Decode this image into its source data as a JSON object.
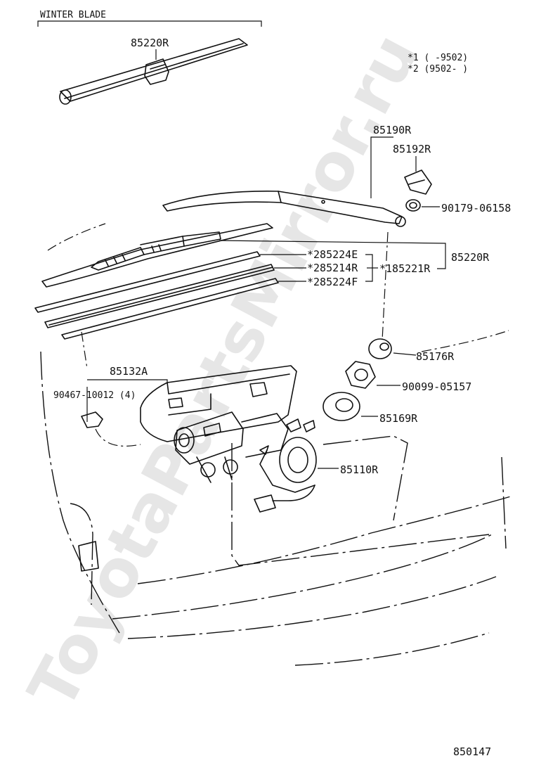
{
  "header": {
    "winter_blade": "WINTER BLADE"
  },
  "legend": {
    "line1": "*1 (    -9502)",
    "line2": "*2 (9502-    )"
  },
  "parts": {
    "winter_blade_assy": "85220R",
    "arm_assy": "85190R",
    "arm_cap": "85192R",
    "arm_nut": "90179-06158",
    "blade_assy": "85220R",
    "rubber_e": "*285224E",
    "backing_r": "*285214R",
    "rubber_f": "*285224F",
    "rubber_combo": "*185221R",
    "cushion": "85176R",
    "nut_05157": "90099-05157",
    "packing": "85169R",
    "motor_assy": "85110R",
    "cover": "85132A",
    "clip": "90467-10012 (4)"
  },
  "diagram_code": "850147",
  "watermark": "ToyotaPartsMirror.ru"
}
